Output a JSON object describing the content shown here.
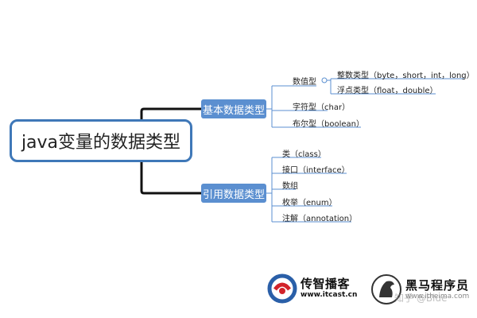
{
  "root": {
    "label": "java变量的数据类型"
  },
  "branches": [
    {
      "label": "基本数据类型",
      "children": [
        {
          "label": "数值型",
          "children": [
            {
              "label": "整数类型（byte，short，int，long）"
            },
            {
              "label": "浮点类型（float，double）"
            }
          ]
        },
        {
          "label": "字符型（char）"
        },
        {
          "label": "布尔型（boolean）"
        }
      ]
    },
    {
      "label": "引用数据类型",
      "children": [
        {
          "label": "类（class）"
        },
        {
          "label": "接口（interface）"
        },
        {
          "label": "数组"
        },
        {
          "label": "枚举（enum）"
        },
        {
          "label": "注解（annotation）"
        }
      ]
    }
  ],
  "logos": {
    "left": {
      "name": "传智播客",
      "url": "www.itcast.cn"
    },
    "right": {
      "name": "黑马程序员",
      "url": "www.itheima.com"
    }
  },
  "watermark": "知乎 @Blue",
  "colors": {
    "line": "#111111",
    "leaf_line": "#5b8fd0",
    "branch_fill": "#5b8fd0",
    "root_border": "#3f78b8"
  }
}
